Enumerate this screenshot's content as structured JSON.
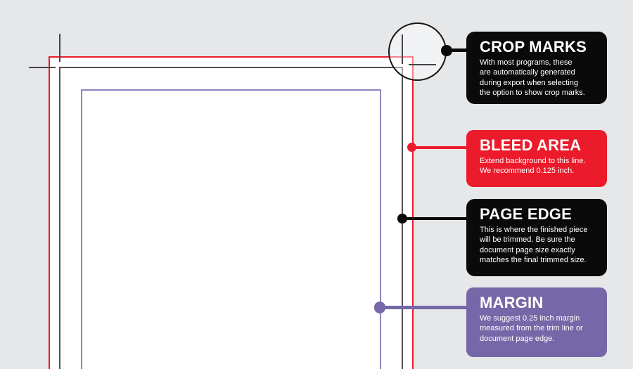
{
  "colors": {
    "background": "#E6E7E9",
    "bleed_red": "#EC1B2B",
    "callout_black": "#0A0A0A",
    "margin_purple": "#7668A8",
    "margin_line_purple": "#8C85C2",
    "trim_line_gray": "#515153",
    "page_fill": "#FFFFFF",
    "text_white": "#FFFFFF"
  },
  "callouts": [
    {
      "id": "crop-marks",
      "title": "CROP MARKS",
      "color": "#0A0A0A",
      "lines": [
        "With most programs, these",
        "are automatically generated",
        "during export when selecting",
        "the option to show crop marks."
      ]
    },
    {
      "id": "bleed-area",
      "title": "BLEED AREA",
      "color": "#EC1B2B",
      "lines": [
        "Extend background to this line.",
        "We recommend 0.125 inch."
      ]
    },
    {
      "id": "page-edge",
      "title": "PAGE EDGE",
      "color": "#0A0A0A",
      "lines": [
        "This is where the finished piece",
        "will be trimmed. Be sure the",
        "document page size exactly",
        "matches the final trimmed size."
      ]
    },
    {
      "id": "margin",
      "title": "MARGIN",
      "color": "#7668A8",
      "lines": [
        "We suggest 0.25 inch margin",
        "measured from the trim line or",
        "document page edge."
      ]
    }
  ]
}
